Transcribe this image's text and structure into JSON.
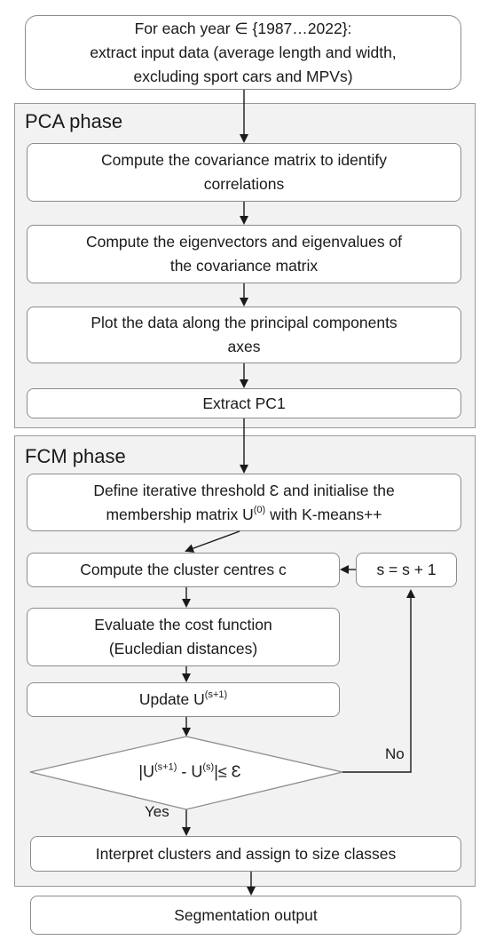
{
  "start": {
    "line1_pre": "For each year ",
    "line1_symbol": "∈",
    "line1_post": " {1987…2022}:",
    "line2": "extract input data (average length and width,",
    "line3": "excluding sport cars and MPVs)"
  },
  "pca": {
    "title": "PCA phase",
    "step1": [
      "Compute the covariance matrix to identify",
      "correlations"
    ],
    "step2": [
      "Compute the eigenvectors and eigenvalues of",
      "the covariance matrix"
    ],
    "step3": [
      "Plot the data along the principal components",
      "axes"
    ],
    "step4": "Extract PC1"
  },
  "fcm": {
    "title": "FCM phase",
    "init_line1": "Define iterative threshold Ɛ and initialise the",
    "init_line2_pre": "membership matrix U",
    "init_line2_sup": "(0)",
    "init_line2_post": " with K-means++",
    "centres": "Compute the cluster centres c",
    "increment": "s = s + 1",
    "cost": [
      "Evaluate the cost function",
      "(Eucledian distances)"
    ],
    "update_pre": "Update U",
    "update_sup": "(s+1)",
    "cond_a": "|U",
    "cond_sup1": "(s+1)",
    "cond_b": " - U",
    "cond_sup2": "(s)",
    "cond_c": "|≤ Ɛ",
    "yes_label": "Yes",
    "no_label": "No",
    "interpret": "Interpret clusters and assign to size classes"
  },
  "output": "Segmentation output",
  "colors": {
    "phase_fill": "#f2f2f2",
    "phase_border": "#9a9a9a",
    "box_border": "#8c8c8c",
    "arrow": "#1a1a1a"
  }
}
